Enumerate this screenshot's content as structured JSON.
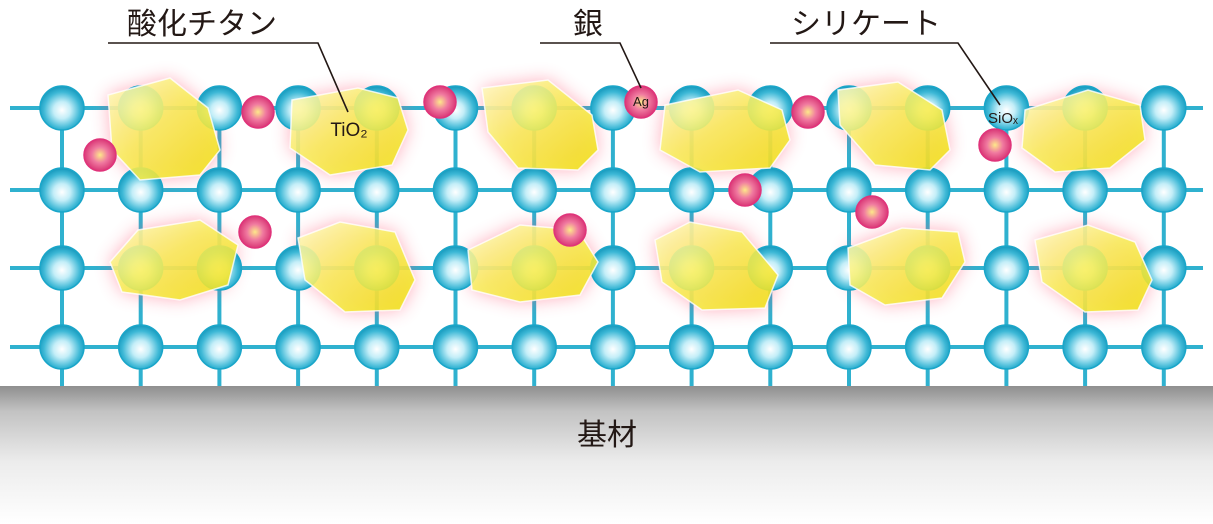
{
  "labels": {
    "titanium_oxide": "酸化チタン",
    "silver": "銀",
    "silicate": "シリケート",
    "substrate": "基材"
  },
  "formulas": {
    "titanium_oxide": "TiO₂",
    "silver": "Ag",
    "silicate": "SiOₓ"
  },
  "colors": {
    "lattice": "#2fb1cf",
    "silicate_sphere": "#1aa6c9",
    "silver_particle": "#e0337a",
    "titanium_oxide_crystal": "#f5ea2e",
    "glow": "#ff4a6a",
    "callout_line": "#231815",
    "substrate_top": "#8c8c8c",
    "substrate_bottom": "#ffffff"
  },
  "lattice": {
    "columns": 15,
    "rows": 4
  }
}
